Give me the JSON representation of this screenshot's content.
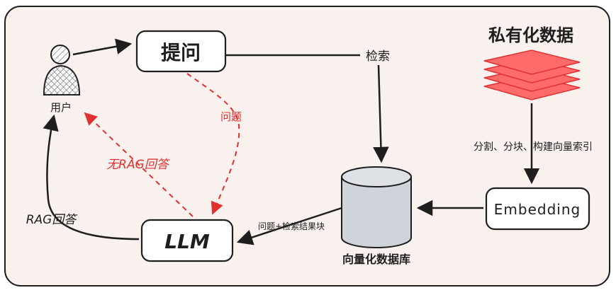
{
  "nodes": {
    "user": "用户",
    "question_box": "提问",
    "llm_box": "LLM",
    "embedding_box": "Embedding",
    "vector_db": "向量化数据库",
    "private_data": "私有化数据"
  },
  "edges": {
    "retrieve": "检索",
    "question": "问题",
    "no_rag_answer": "无RAG回答",
    "rag_answer": "RAG回答",
    "split_chunk_index": "分割、分块、构建向量索引",
    "question_plus_results": "问题+检索结果块"
  },
  "colors": {
    "background": "#f8f1ee",
    "frame": "#1e1e1e",
    "stroke": "#1e1e1e",
    "accent_red": "#e03131",
    "layer_fill": "#ff6b6b",
    "layer_stroke": "#e03131",
    "cylinder_fill": "#ced4da"
  }
}
